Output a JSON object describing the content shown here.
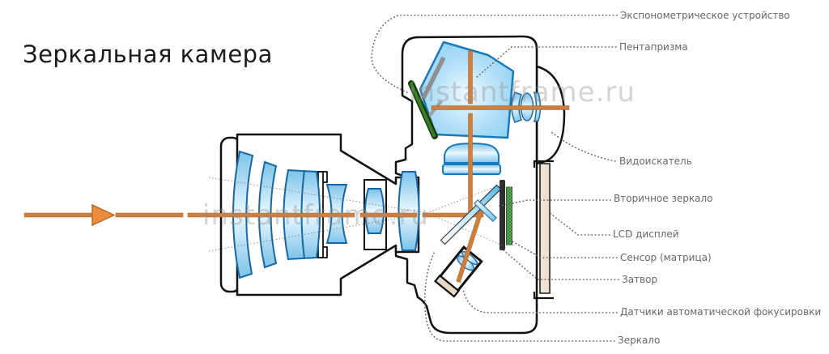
{
  "title": "Зеркальная камера",
  "watermark": {
    "text": "instantframe.ru"
  },
  "labels": {
    "exposure_meter": "Экспонометрическое устройство",
    "pentaprism": "Пентапризма",
    "viewfinder": "Видоискатель",
    "secondary_mirror": "Вторичное зеркало",
    "lcd": "LCD дисплей",
    "sensor": "Сенсор (матрица)",
    "shutter": "Затвор",
    "af_sensors": "Датчики автоматической фокусировки",
    "mirror": "Зеркало"
  },
  "colors": {
    "light_path_orange": "#cd7f3f",
    "arrow_orange": "#ec8d3c",
    "lens_blue_fill": "#8ecdf0",
    "lens_blue_stroke": "#1668a3",
    "exposure_meter_green": "#2c661c",
    "sensor_green": "#55a055",
    "shutter_black": "#2e2e2e",
    "lcd_beige": "#f1e1d1",
    "outline_black": "#111111",
    "label_gray": "#676767"
  }
}
